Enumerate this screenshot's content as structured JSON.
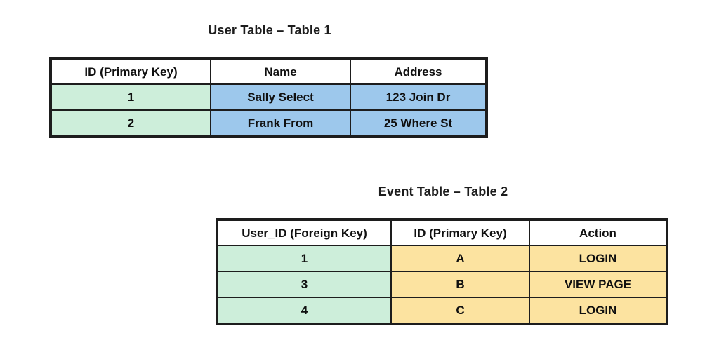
{
  "tables": [
    {
      "id": "user-table",
      "title": "User Table – Table 1",
      "headers": [
        "ID (Primary Key)",
        "Name",
        "Address"
      ],
      "rows": [
        [
          "1",
          "Sally Select",
          "123 Join Dr"
        ],
        [
          "2",
          "Frank From",
          "25 Where St"
        ]
      ]
    },
    {
      "id": "event-table",
      "title": "Event Table – Table 2",
      "headers": [
        "User_ID (Foreign Key)",
        "ID (Primary Key)",
        "Action"
      ],
      "rows": [
        [
          "1",
          "A",
          "LOGIN"
        ],
        [
          "3",
          "B",
          "VIEW PAGE"
        ],
        [
          "4",
          "C",
          "LOGIN"
        ]
      ]
    }
  ],
  "colors": {
    "key_column": "#cdeeda",
    "user_data": "#9dc8ec",
    "event_data": "#fce3a0",
    "header": "#ffffff",
    "border": "#1d1d1d",
    "background": "#ffffff",
    "text": "#101010"
  }
}
